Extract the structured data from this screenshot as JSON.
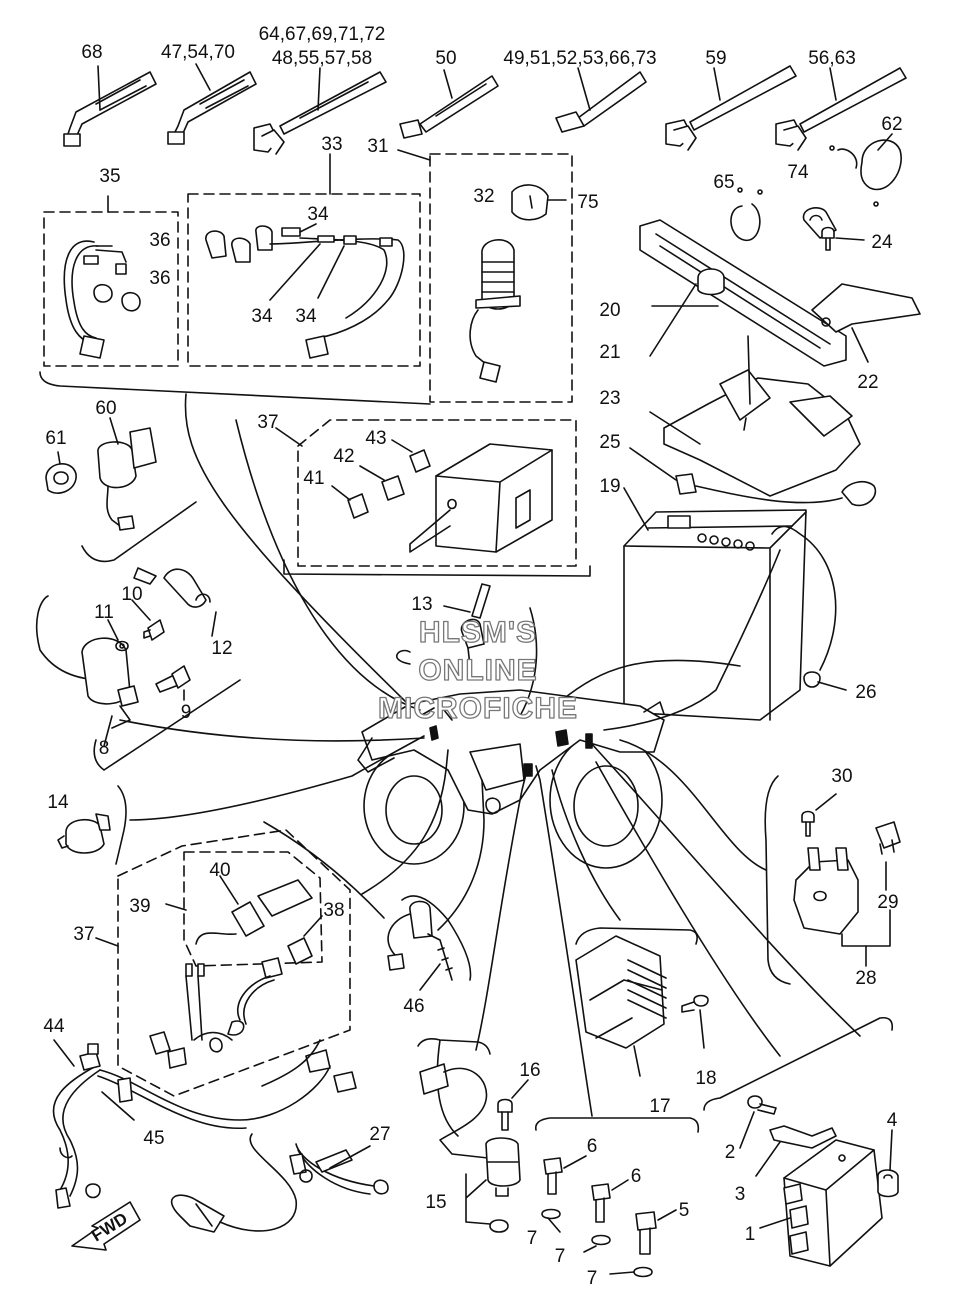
{
  "watermark": {
    "line1": "HLSM'S",
    "line2": "ONLINE",
    "line3": "MICROFICHE"
  },
  "direction_arrow": "FWD",
  "callouts": {
    "c68": "68",
    "c47": "47,54,70",
    "c64a": "64,67,69,71,72",
    "c64b": "48,55,57,58",
    "c50": "50",
    "c49": "49,51,52,53,66,73",
    "c59": "59",
    "c56": "56,63",
    "c35": "35",
    "c33": "33",
    "c31": "31",
    "c32": "32",
    "c75": "75",
    "c65": "65",
    "c74": "74",
    "c62": "62",
    "c36a": "36",
    "c36b": "36",
    "c34a": "34",
    "c34b": "34",
    "c34c": "34",
    "c24": "24",
    "c20": "20",
    "c21": "21",
    "c22": "22",
    "c60": "60",
    "c61": "61",
    "c37a": "37",
    "c43": "43",
    "c42": "42",
    "c41": "41",
    "c23": "23",
    "c25": "25",
    "c19": "19",
    "c10": "10",
    "c11": "11",
    "c12": "12",
    "c13": "13",
    "c9": "9",
    "c8": "8",
    "c26": "26",
    "c14": "14",
    "c30": "30",
    "c40": "40",
    "c39": "39",
    "c38": "38",
    "c37b": "37",
    "c29": "29",
    "c28": "28",
    "c46": "46",
    "c44": "44",
    "c16": "16",
    "c18": "18",
    "c17": "17",
    "c45": "45",
    "c27": "27",
    "c6a": "6",
    "c4": "4",
    "c2": "2",
    "c6b": "6",
    "c3": "3",
    "c15": "15",
    "c5": "5",
    "c7a": "7",
    "c1": "1",
    "c7b": "7",
    "c7c": "7"
  }
}
